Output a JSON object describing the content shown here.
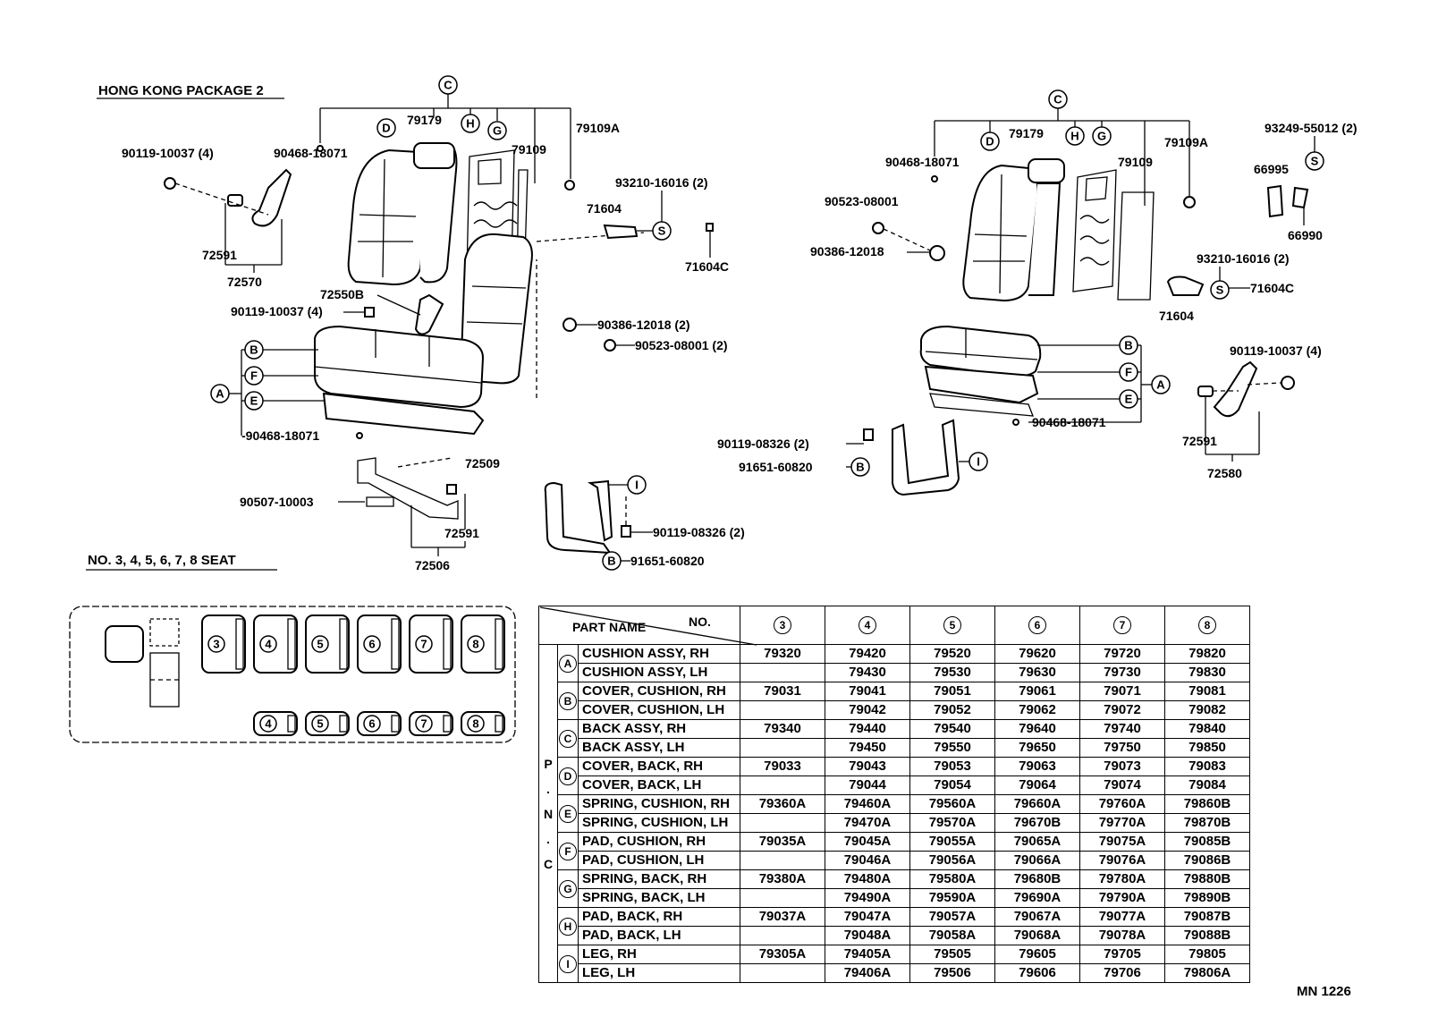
{
  "titles": {
    "package": "HONG KONG PACKAGE 2",
    "seats": "NO. 3, 4, 5, 6, 7, 8 SEAT",
    "diagram_code": "MN 1226"
  },
  "left_labels": {
    "c": "C",
    "d": "D",
    "h": "H",
    "g": "G",
    "b": "B",
    "f": "F",
    "e": "E",
    "a": "A",
    "s": "S",
    "i": "I",
    "b2": "B",
    "p79179": "79179",
    "p79109a": "79109A",
    "p79109": "79109",
    "p9011910037a": "90119-10037 (4)",
    "p9046818071a": "90468-18071",
    "p9321016016": "93210-16016 (2)",
    "p71604": "71604",
    "p71604c": "71604C",
    "p72591a": "72591",
    "p72570": "72570",
    "p72550b": "72550B",
    "p9011910037b": "90119-10037 (4)",
    "p9038612018": "90386-12018 (2)",
    "p9052308001": "90523-08001 (2)",
    "p9046818071b": "-90468-18071",
    "p72509": "72509",
    "p9050710003": "90507-10003",
    "p72591b": "72591",
    "p72506": "72506",
    "p9011908326": "90119-08326 (2)",
    "p9165160820": "91651-60820"
  },
  "right_labels": {
    "c": "C",
    "d": "D",
    "h": "H",
    "g": "G",
    "s1": "S",
    "s2": "S",
    "b": "B",
    "f": "F",
    "e": "E",
    "a": "A",
    "i": "I",
    "b2": "B",
    "p79179": "79179",
    "p79109a": "79109A",
    "p79109": "79109",
    "p9046818071a": "90468-18071",
    "p9052308001": "90523-08001",
    "p9038612018": "90386-12018",
    "p9324955012": "93249-55012 (2)",
    "p66995": "66995",
    "p66990": "66990",
    "p9321016016": "93210-16016 (2)",
    "p71604c": "71604C",
    "p71604": "71604",
    "p9011910037": "90119-10037 (4)",
    "p9046818071b": "90468-18071",
    "p72591": "72591",
    "p72580": "72580",
    "p9011908326": "90119-08326 (2)",
    "p9165160820": "91651-60820"
  },
  "seat_map": {
    "row1": [
      "3",
      "4",
      "5",
      "6",
      "7",
      "8"
    ],
    "row2": [
      "4",
      "5",
      "6",
      "7",
      "8"
    ]
  },
  "table": {
    "header_no": "NO.",
    "header_part": "PART NAME",
    "columns": [
      "3",
      "4",
      "5",
      "6",
      "7",
      "8"
    ],
    "pnc_label": [
      "P",
      ".",
      "N",
      ".",
      "C"
    ],
    "groups": [
      {
        "code": "A",
        "rows": [
          {
            "name": "CUSHION ASSY, RH",
            "values": [
              "79320",
              "79420",
              "79520",
              "79620",
              "79720",
              "79820"
            ]
          },
          {
            "name": "CUSHION ASSY, LH",
            "values": [
              "",
              "79430",
              "79530",
              "79630",
              "79730",
              "79830"
            ]
          }
        ]
      },
      {
        "code": "B",
        "rows": [
          {
            "name": "COVER, CUSHION, RH",
            "values": [
              "79031",
              "79041",
              "79051",
              "79061",
              "79071",
              "79081"
            ]
          },
          {
            "name": "COVER, CUSHION, LH",
            "values": [
              "",
              "79042",
              "79052",
              "79062",
              "79072",
              "79082"
            ]
          }
        ]
      },
      {
        "code": "C",
        "rows": [
          {
            "name": "BACK ASSY, RH",
            "values": [
              "79340",
              "79440",
              "79540",
              "79640",
              "79740",
              "79840"
            ]
          },
          {
            "name": "BACK ASSY, LH",
            "values": [
              "",
              "79450",
              "79550",
              "79650",
              "79750",
              "79850"
            ]
          }
        ]
      },
      {
        "code": "D",
        "rows": [
          {
            "name": "COVER, BACK, RH",
            "values": [
              "79033",
              "79043",
              "79053",
              "79063",
              "79073",
              "79083"
            ]
          },
          {
            "name": "COVER, BACK, LH",
            "values": [
              "",
              "79044",
              "79054",
              "79064",
              "79074",
              "79084"
            ]
          }
        ]
      },
      {
        "code": "E",
        "rows": [
          {
            "name": "SPRING, CUSHION, RH",
            "values": [
              "79360A",
              "79460A",
              "79560A",
              "79660A",
              "79760A",
              "79860B"
            ]
          },
          {
            "name": "SPRING, CUSHION, LH",
            "values": [
              "",
              "79470A",
              "79570A",
              "79670B",
              "79770A",
              "79870B"
            ]
          }
        ]
      },
      {
        "code": "F",
        "rows": [
          {
            "name": "PAD, CUSHION, RH",
            "values": [
              "79035A",
              "79045A",
              "79055A",
              "79065A",
              "79075A",
              "79085B"
            ]
          },
          {
            "name": "PAD, CUSHION, LH",
            "values": [
              "",
              "79046A",
              "79056A",
              "79066A",
              "79076A",
              "79086B"
            ]
          }
        ]
      },
      {
        "code": "G",
        "rows": [
          {
            "name": "SPRING, BACK, RH",
            "values": [
              "79380A",
              "79480A",
              "79580A",
              "79680B",
              "79780A",
              "79880B"
            ]
          },
          {
            "name": "SPRING, BACK, LH",
            "values": [
              "",
              "79490A",
              "79590A",
              "79690A",
              "79790A",
              "79890B"
            ]
          }
        ]
      },
      {
        "code": "H",
        "rows": [
          {
            "name": "PAD, BACK, RH",
            "values": [
              "79037A",
              "79047A",
              "79057A",
              "79067A",
              "79077A",
              "79087B"
            ]
          },
          {
            "name": "PAD, BACK, LH",
            "values": [
              "",
              "79048A",
              "79058A",
              "79068A",
              "79078A",
              "79088B"
            ]
          }
        ]
      },
      {
        "code": "I",
        "rows": [
          {
            "name": "LEG, RH",
            "values": [
              "79305A",
              "79405A",
              "79505",
              "79605",
              "79705",
              "79805"
            ]
          },
          {
            "name": "LEG, LH",
            "values": [
              "",
              "79406A",
              "79506",
              "79606",
              "79706",
              "79806A"
            ]
          }
        ]
      }
    ]
  }
}
